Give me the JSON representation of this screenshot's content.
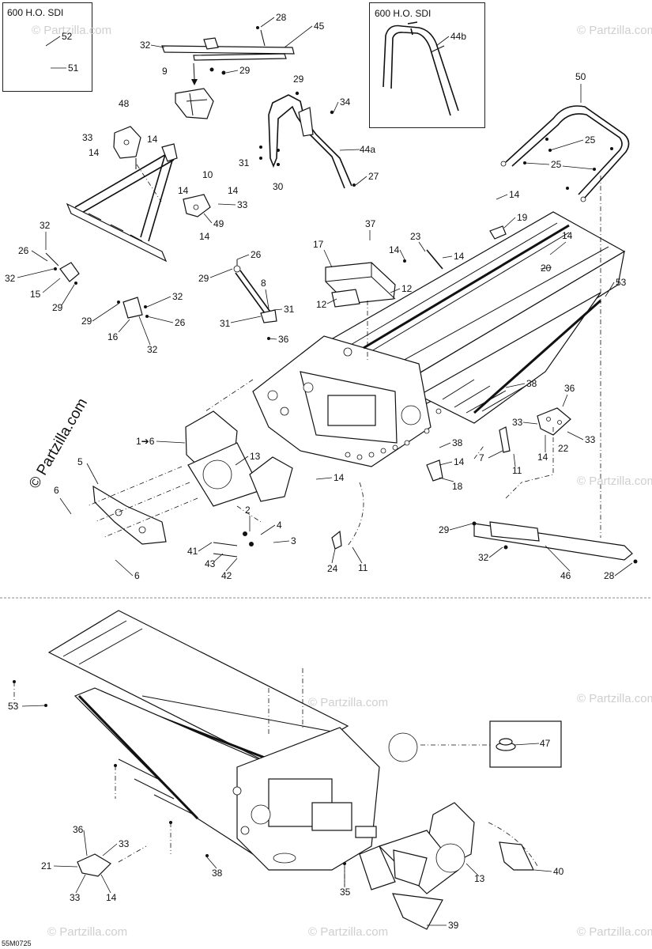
{
  "insets": {
    "top_left_title": "600 H.O. SDI",
    "top_right_title": "600 H.O. SDI"
  },
  "brand_watermark": "© Partzilla.com",
  "faint_watermark": "© Partzilla.com",
  "diagram_code": "55M0725",
  "callouts": {
    "c52": "52",
    "c51": "51",
    "c28a": "28",
    "c45": "45",
    "c32a": "32",
    "c29a": "29",
    "c9": "9",
    "c44b": "44b",
    "c50": "50",
    "c29b": "29",
    "c34": "34",
    "c48": "48",
    "c33a": "33",
    "c14a": "14",
    "c14b": "14",
    "c10": "10",
    "c31a": "31",
    "c30": "30",
    "c44a": "44a",
    "c27": "27",
    "c25a": "25",
    "c25b": "25",
    "c14c": "14",
    "c14d": "14",
    "c33b": "33",
    "c49": "49",
    "c14e": "14",
    "c14f": "14",
    "c19": "19",
    "c32b": "32",
    "c37": "37",
    "c26a": "26",
    "c32c": "32",
    "c15": "15",
    "c29c": "29",
    "c26b": "26",
    "c29d": "29",
    "c17": "17",
    "c23": "23",
    "c14g": "14",
    "c14h": "14",
    "c14i": "14",
    "c20": "20",
    "c53a": "53",
    "c12a": "12",
    "c12b": "12",
    "c8": "8",
    "c31b": "31",
    "c31c": "31",
    "c36a": "36",
    "c32d": "32",
    "c29e": "29",
    "c26c": "26",
    "c16": "16",
    "c32e": "32",
    "c38a": "38",
    "c36b": "36",
    "c33c": "33",
    "c33d": "33",
    "c22": "22",
    "c14j": "14",
    "c1to6": "1➔6",
    "c5": "5",
    "c13a": "13",
    "c38b": "38",
    "c14k": "14",
    "c7": "7",
    "c11a": "11",
    "c18": "18",
    "c6a": "6",
    "c14l": "14",
    "c2": "2",
    "c4": "4",
    "c3": "3",
    "c41": "41",
    "c43": "43",
    "c42": "42",
    "c6b": "6",
    "c24": "24",
    "c11b": "11",
    "c29f": "29",
    "c32f": "32",
    "c46": "46",
    "c28b": "28",
    "c53b": "53",
    "c47": "47",
    "c36c": "36",
    "c33e": "33",
    "c21": "21",
    "c33f": "33",
    "c14m": "14",
    "c38c": "38",
    "c35": "35",
    "c13b": "13",
    "c40": "40",
    "c39": "39"
  }
}
